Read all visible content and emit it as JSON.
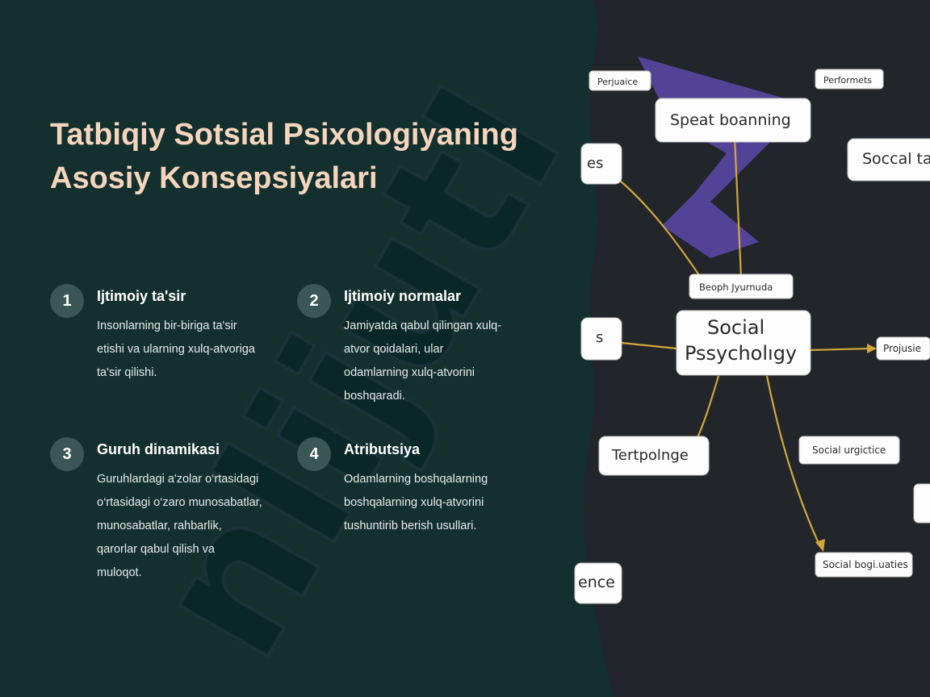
{
  "slide": {
    "title_lines": [
      "Tatbiqiy Sotsial Psixologiyaning",
      "Asosiy Konsepsiyalari"
    ],
    "concepts": [
      {
        "number": "1",
        "title": "Ijtimoiy ta'sir",
        "lines": [
          "Insonlarning bir-biriga ta'sir",
          "etishi va ularning xulq-atvoriga",
          "ta'sir qilishi."
        ]
      },
      {
        "number": "2",
        "title": "Ijtimoiy normalar",
        "lines": [
          "Jamiyatda qabul qilingan xulq-",
          "atvor qoidalari, ular",
          "odamlarning xulq-atvorini",
          "boshqaradi."
        ]
      },
      {
        "number": "3",
        "title": "Guruh dinamikasi",
        "lines": [
          "Guruhlardagi a'zolar o‘rtasidagi",
          "o‘rtasidagi o‘zaro munosabatlar,",
          "munosabatlar, rahbarlik,",
          "qarorlar qabul qilish va",
          "muloqot."
        ]
      },
      {
        "number": "4",
        "title": "Atributsiya",
        "lines": [
          "Odamlarning boshqalarning",
          "boshqalarning xulq-atvorini",
          "tushuntirib berish usullari."
        ]
      }
    ]
  },
  "mindmap": {
    "center": [
      "Social",
      "Pssycholıgy"
    ],
    "nodes": [
      "Perjuaice",
      "Performets",
      "Speat boanning",
      "es",
      "Soccal ta",
      "Beoph Jyurnuda",
      "s",
      "Projusie",
      "Tertpolnge",
      "Social urgictice",
      "Social bogi.uaties",
      "ence"
    ]
  },
  "watermark": {
    "text": "nlijutI"
  },
  "colors": {
    "background": "#13302f",
    "title": "#f6d5bd",
    "badge": "#3a5655",
    "panel": "#22252a",
    "arrow": "#d2a73a"
  }
}
